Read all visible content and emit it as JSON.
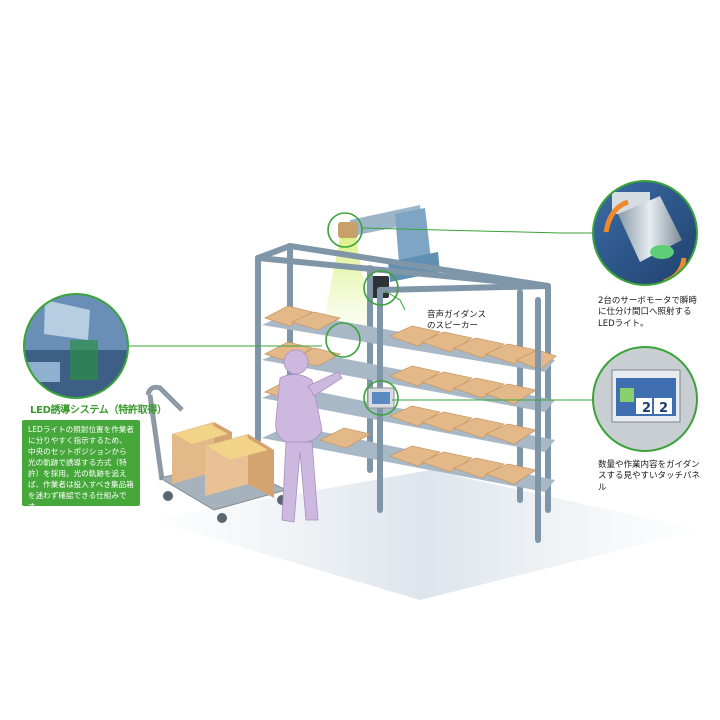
{
  "callouts": {
    "speaker": "音声ガイダンス\nのスピーカー",
    "led_light": "2台のサーボモータで瞬時\nに仕分け間口へ照射する\nLEDライト。",
    "touch_panel": "数量や作業内容をガイダン\nスする見やすいタッチパネル"
  },
  "system": {
    "title": "LED誘導システム（特許取得）",
    "description": "LEDライトの照射位置を作業者に分りやすく指示するため、中央のセットポジションから光の軌跡で誘導する方式（特許）を採用。光の軌跡を追えば、作業者は投入すべき集品箱を迷わず確認できる仕組みです。"
  },
  "panel_screen": {
    "digits": [
      "2",
      "2"
    ]
  },
  "colors": {
    "callout_line": "#3aa33a",
    "frame": "#7f95a8",
    "box": "#e4b98a",
    "worker": "#cdb8e0",
    "light_beam": "#c7e66a",
    "system_box": "#46a83a"
  }
}
